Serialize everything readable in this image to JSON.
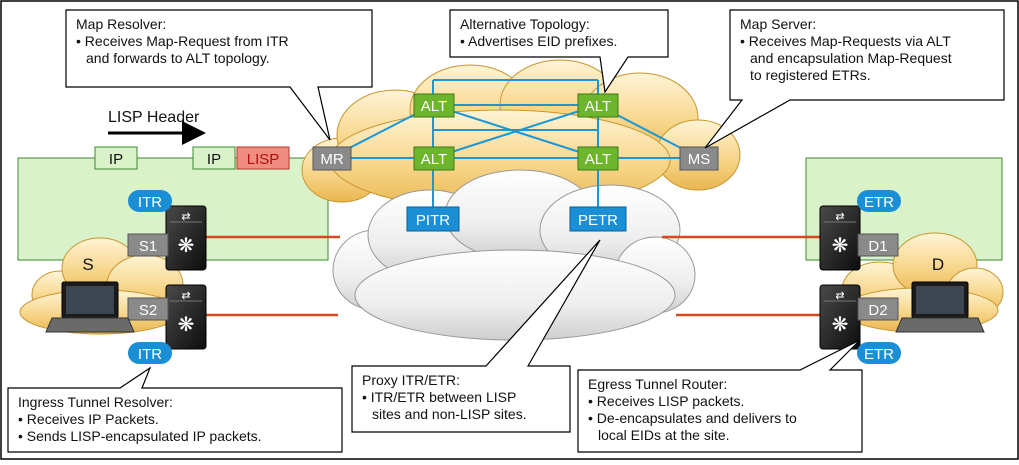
{
  "callouts": {
    "map_resolver": {
      "title": "Map Resolver:",
      "lines": [
        "• Receives Map-Request from ITR",
        "  and forwards to ALT topology."
      ]
    },
    "alt_topology": {
      "title": "Alternative Topology:",
      "lines": [
        "• Advertises EID prefixes."
      ]
    },
    "map_server": {
      "title": "Map Server:",
      "lines": [
        "• Receives Map-Requests via ALT",
        "  and encapsulation Map-Request",
        "  to registered ETRs."
      ]
    },
    "ingress": {
      "title": "Ingress Tunnel Resolver:",
      "lines": [
        "• Receives IP Packets.",
        "• Sends LISP-encapsulated IP packets."
      ]
    },
    "proxy": {
      "title": "Proxy ITR/ETR:",
      "lines": [
        "• ITR/ETR between LISP",
        "  sites and non-LISP sites."
      ]
    },
    "egress": {
      "title": "Egress Tunnel Router:",
      "lines": [
        "• Receives LISP packets.",
        "• De-encapsulates and delivers to",
        "  local EIDs at the site."
      ]
    }
  },
  "labels": {
    "lisp_header": "LISP Header",
    "ip": "IP",
    "lisp": "LISP",
    "alt": "ALT",
    "mr": "MR",
    "ms": "MS",
    "pitr": "PITR",
    "petr": "PETR",
    "itr": "ITR",
    "etr": "ETR",
    "s1": "S1",
    "s2": "S2",
    "d1": "D1",
    "d2": "D2",
    "site_s": "S",
    "site_d": "D"
  },
  "colors": {
    "alt_green": "#6cb52d",
    "router_blue": "#1a8fd6",
    "tag_grey": "#8a8a8a",
    "link_red": "#d44a1f",
    "mesh_blue": "#1d96d3",
    "site_green_fill": "#d9f2c9",
    "lisp_red_fill": "#f08c80",
    "cloud_gold": "#f3c466"
  }
}
